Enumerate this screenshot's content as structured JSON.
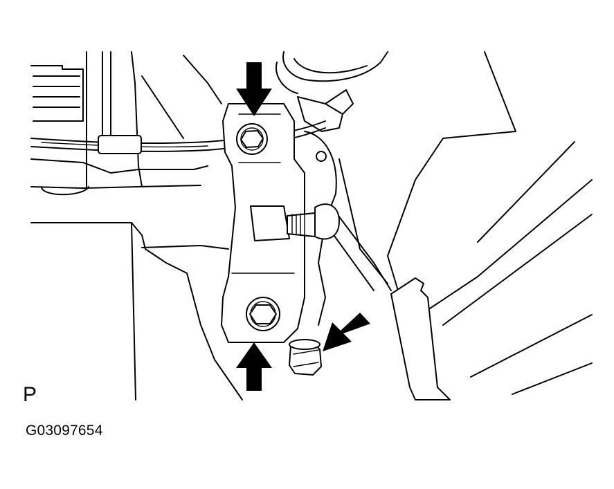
{
  "figure": {
    "view_letter": "P",
    "code": "G03097654"
  },
  "callouts": [
    {
      "name": "upper-bolt",
      "arrow": "down"
    },
    {
      "name": "lower-bolt",
      "arrow": "up"
    },
    {
      "name": "side-bolt",
      "arrow": "down-left"
    }
  ]
}
